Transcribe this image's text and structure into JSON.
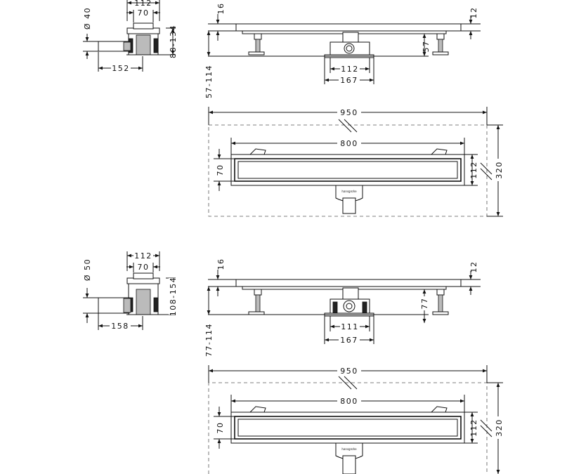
{
  "variant_a": {
    "side": {
      "dia": "Ø 40",
      "w112": "112",
      "w70": "70",
      "h": "88-134",
      "w152": "152"
    },
    "front": {
      "t16": "16",
      "t12": "12",
      "h57": "57",
      "h_range": "57-114",
      "w112": "112",
      "w167": "167"
    },
    "plan": {
      "w950": "950",
      "w800": "800",
      "h70": "70",
      "h112": "112",
      "h320": "320",
      "brand": "hansgrohe"
    }
  },
  "variant_b": {
    "side": {
      "dia": "Ø 50",
      "w112": "112",
      "w70": "70",
      "h": "108-154",
      "w158": "158"
    },
    "front": {
      "t16": "16",
      "t12": "12",
      "h77": "77",
      "h_range": "77-114",
      "w111": "111",
      "w167": "167"
    },
    "plan": {
      "w950": "950",
      "w800": "800",
      "h70": "70",
      "h112": "112",
      "h320": "320",
      "brand": "hansgrohe"
    }
  }
}
